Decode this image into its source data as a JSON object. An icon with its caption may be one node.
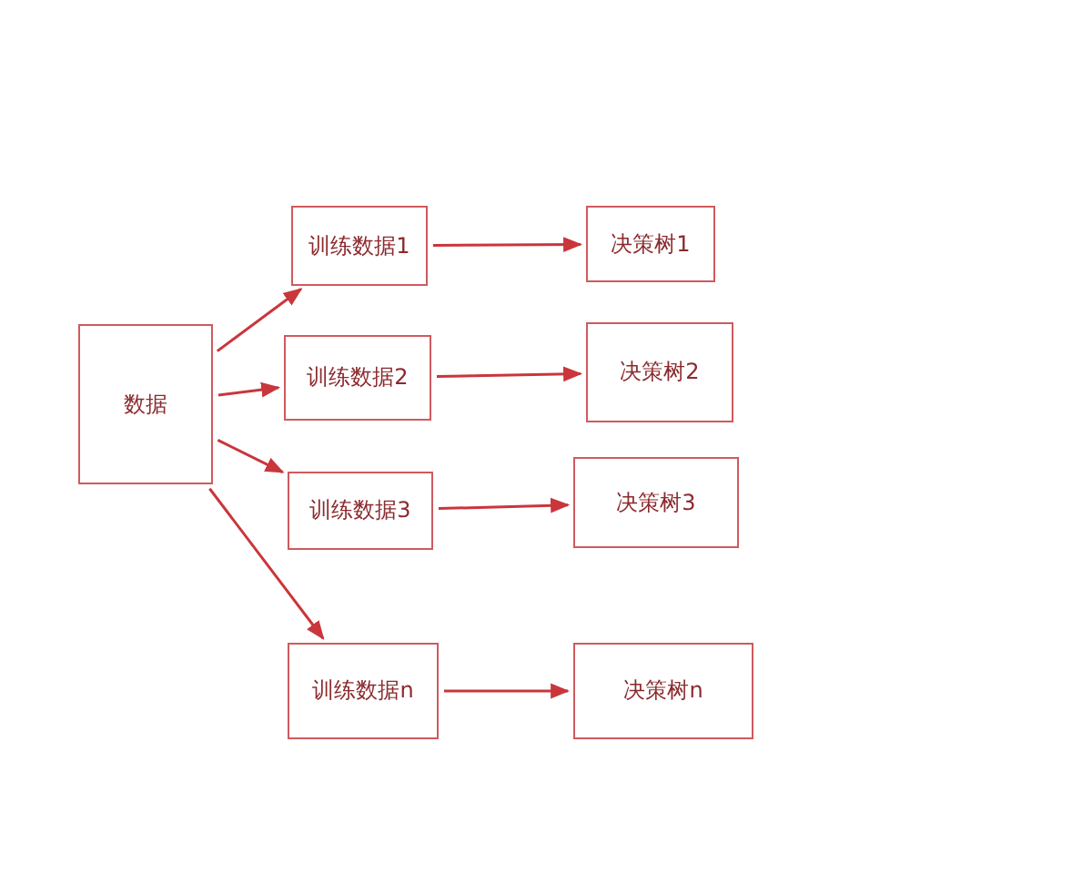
{
  "diagram": {
    "nodes": [
      {
        "text": [
          "数据"
        ]
      },
      {
        "text": [
          "训练数据1"
        ]
      },
      {
        "text": [
          "训练数据2"
        ]
      },
      {
        "text": [
          "训练数据3"
        ]
      },
      {
        "text": [
          "训练数据n"
        ]
      },
      {
        "text": [
          "决策树1"
        ]
      },
      {
        "text": [
          "决策树2"
        ]
      },
      {
        "text": [
          "决策树3"
        ]
      },
      {
        "text": [
          "决策树n"
        ]
      }
    ],
    "edges": [
      {
        "from": 0,
        "to": 1,
        "arrow": "to"
      },
      {
        "from": 0,
        "to": 2,
        "arrow": "to"
      },
      {
        "from": 0,
        "to": 3,
        "arrow": "to"
      },
      {
        "from": 0,
        "to": 4,
        "arrow": "to"
      },
      {
        "from": 1,
        "to": 5,
        "arrow": "to"
      },
      {
        "from": 2,
        "to": 6,
        "arrow": "to"
      },
      {
        "from": 3,
        "to": 7,
        "arrow": "to"
      },
      {
        "from": 4,
        "to": 8,
        "arrow": "to"
      }
    ]
  }
}
